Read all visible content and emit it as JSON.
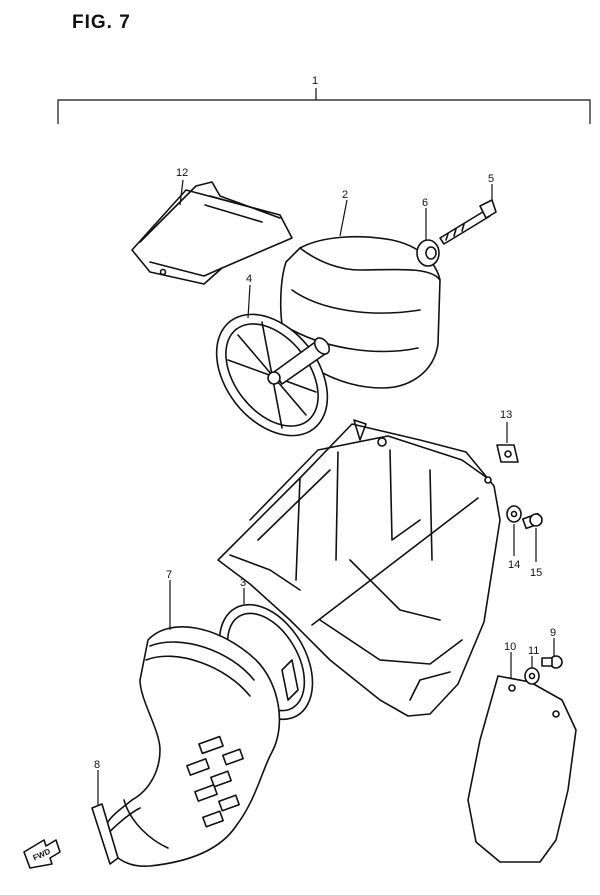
{
  "figure": {
    "title": "FIG. 7",
    "fwd": "FWD"
  },
  "callouts": [
    {
      "id": "1",
      "text": "1"
    },
    {
      "id": "2",
      "text": "2"
    },
    {
      "id": "3",
      "text": "3"
    },
    {
      "id": "4",
      "text": "4"
    },
    {
      "id": "5",
      "text": "5"
    },
    {
      "id": "6",
      "text": "6"
    },
    {
      "id": "7",
      "text": "7"
    },
    {
      "id": "8",
      "text": "8"
    },
    {
      "id": "9",
      "text": "9"
    },
    {
      "id": "10",
      "text": "10"
    },
    {
      "id": "11",
      "text": "11"
    },
    {
      "id": "12",
      "text": "12"
    },
    {
      "id": "13",
      "text": "13"
    },
    {
      "id": "14",
      "text": "14"
    },
    {
      "id": "15",
      "text": "15"
    }
  ]
}
